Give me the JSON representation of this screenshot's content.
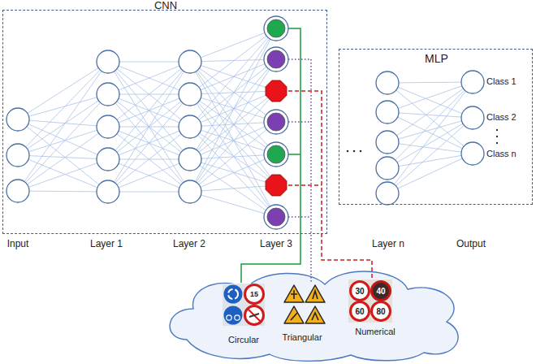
{
  "diagram": {
    "nodes": [
      {
        "text": [
          "CNN"
        ]
      },
      {
        "text": [
          "MLP"
        ]
      },
      {
        "text": [
          "Circular",
          "Triangular",
          "Numerical"
        ]
      }
    ],
    "labels": [
      "Input",
      "Layer 1",
      "Layer 2",
      "Layer 3",
      "Layer n",
      "Output",
      "Class 1",
      "Class 2",
      "Class n",
      "15",
      "30",
      "40",
      "60",
      "80"
    ]
  }
}
